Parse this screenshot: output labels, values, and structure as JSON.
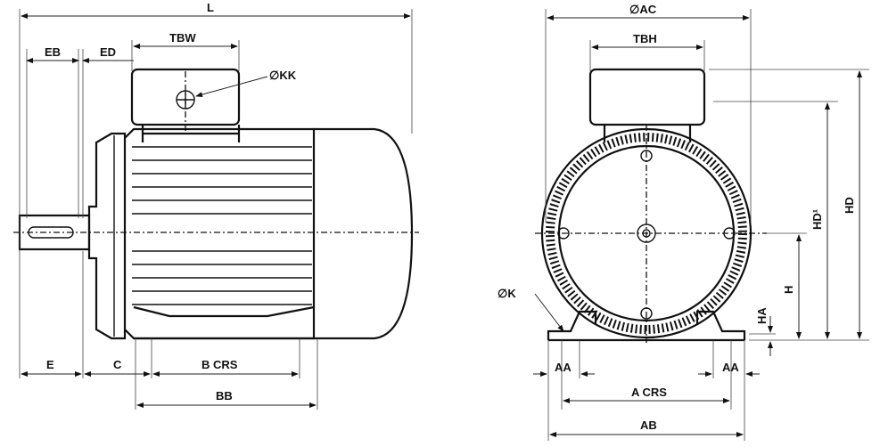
{
  "side_view": {
    "labels": {
      "L": "L",
      "EB": "EB",
      "ED": "ED",
      "TBW": "TBW",
      "KK": "∅KK",
      "E": "E",
      "C": "C",
      "B": "B CRS",
      "BB": "BB"
    }
  },
  "front_view": {
    "labels": {
      "AC": "∅AC",
      "TBH": "TBH",
      "K": "∅K",
      "AA_left": "AA",
      "AA_right": "AA",
      "A": "A CRS",
      "AB": "AB",
      "HD1": "HD¹",
      "HD": "HD",
      "H": "H",
      "HA": "HA"
    }
  }
}
